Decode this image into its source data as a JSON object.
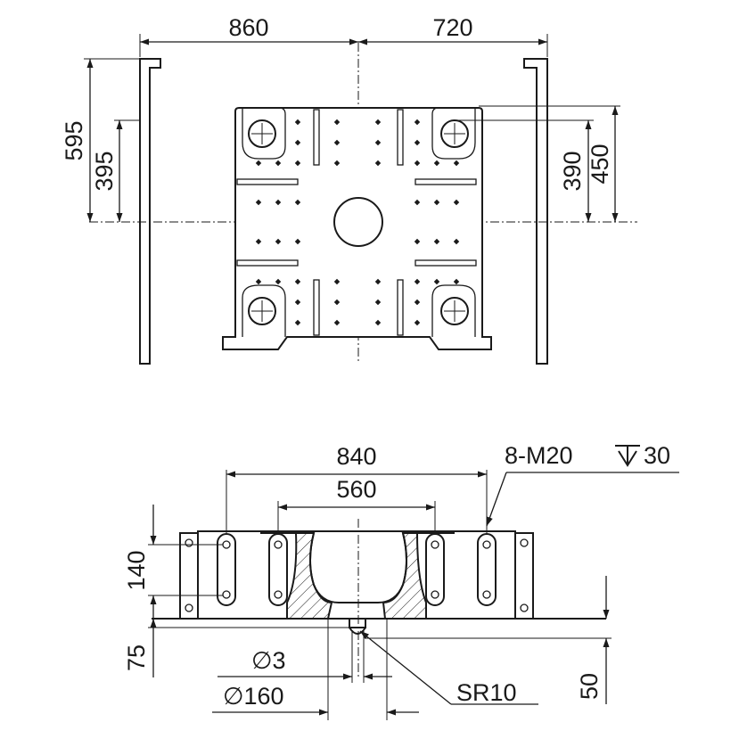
{
  "top_view": {
    "dims": {
      "width_left": "860",
      "width_right": "720",
      "height_outer": "595",
      "height_inner": "395",
      "height_right_inner": "390",
      "height_right_outer": "450"
    }
  },
  "front_view": {
    "dims": {
      "bolt_span": "840",
      "inner_span": "560",
      "thread_callout": "8-M20",
      "thread_depth": "30",
      "slot_height": "140",
      "base_height": "75",
      "pin_diameter": "∅3",
      "bore_diameter": "∅160",
      "sphere_radius": "SR10",
      "right_height": "50"
    }
  },
  "icons": {
    "depth_symbol": "depth-arrow-icon"
  }
}
